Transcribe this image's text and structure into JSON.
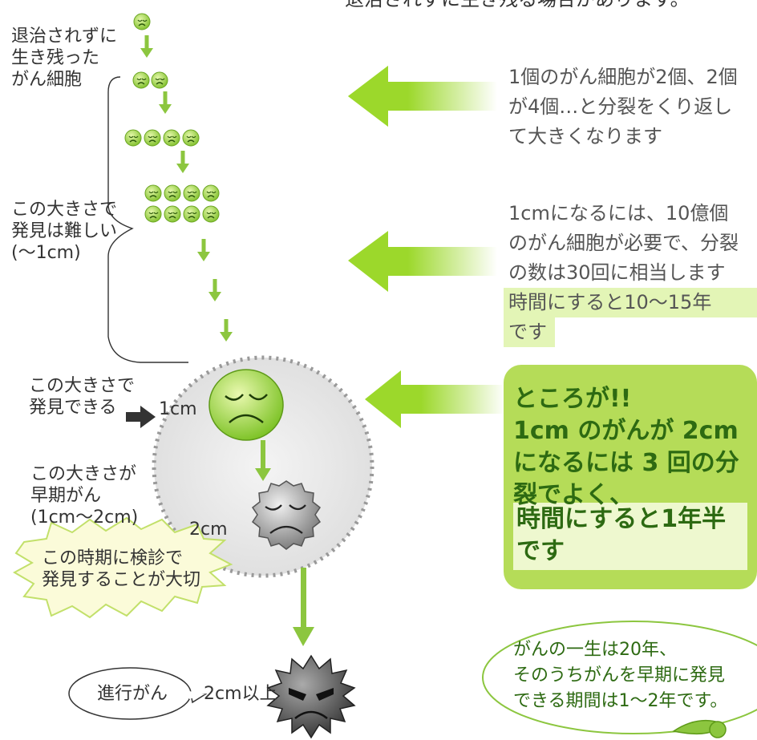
{
  "top_partial_text": "退治されずに生き残る場合があります。",
  "stages": {
    "survivor_label": "退治されずに\n生き残った\nがん細胞",
    "hard_to_find_label": "この大きさで\n発見は難しい\n(〜1cm)",
    "findable_label": "この大きさで\n発見できる",
    "size_1cm": "1cm",
    "early_label": "この大きさが\n早期がん\n(1cm〜2cm)",
    "size_2cm": "2cm",
    "checkup_burst": "この時期に検診で\n発見することが大切",
    "advanced_label": "進行がん",
    "size_2cm_plus": "2cm以上"
  },
  "explanations": {
    "division": "1個のがん細胞が2個、2個\nが4個…と分裂をくり返し\nて大きくなります",
    "one_cm_plain": "1cmになるには、10億個\nのがん細胞が必要で、分裂\nの数は30回に相当します",
    "one_cm_time_1": "時間にすると10〜15年",
    "one_cm_time_2": "です",
    "however_body": "ところが!!\n1cm のがんが 2cm\nになるには 3 回の分\n裂でよく、",
    "however_time": "時間にすると1年半\nです"
  },
  "bubble": {
    "text": "がんの一生は20年、\nそのうちがんを早期に発見\nできる期間は1〜2年です。"
  },
  "colors": {
    "green": "#8cc63f",
    "light_green": "#c9e86b",
    "panel_green": "#b5dc58",
    "highlight": "#e3f5b6",
    "gray_circle": "#e6e6e6",
    "dark_cell": "#555555"
  }
}
